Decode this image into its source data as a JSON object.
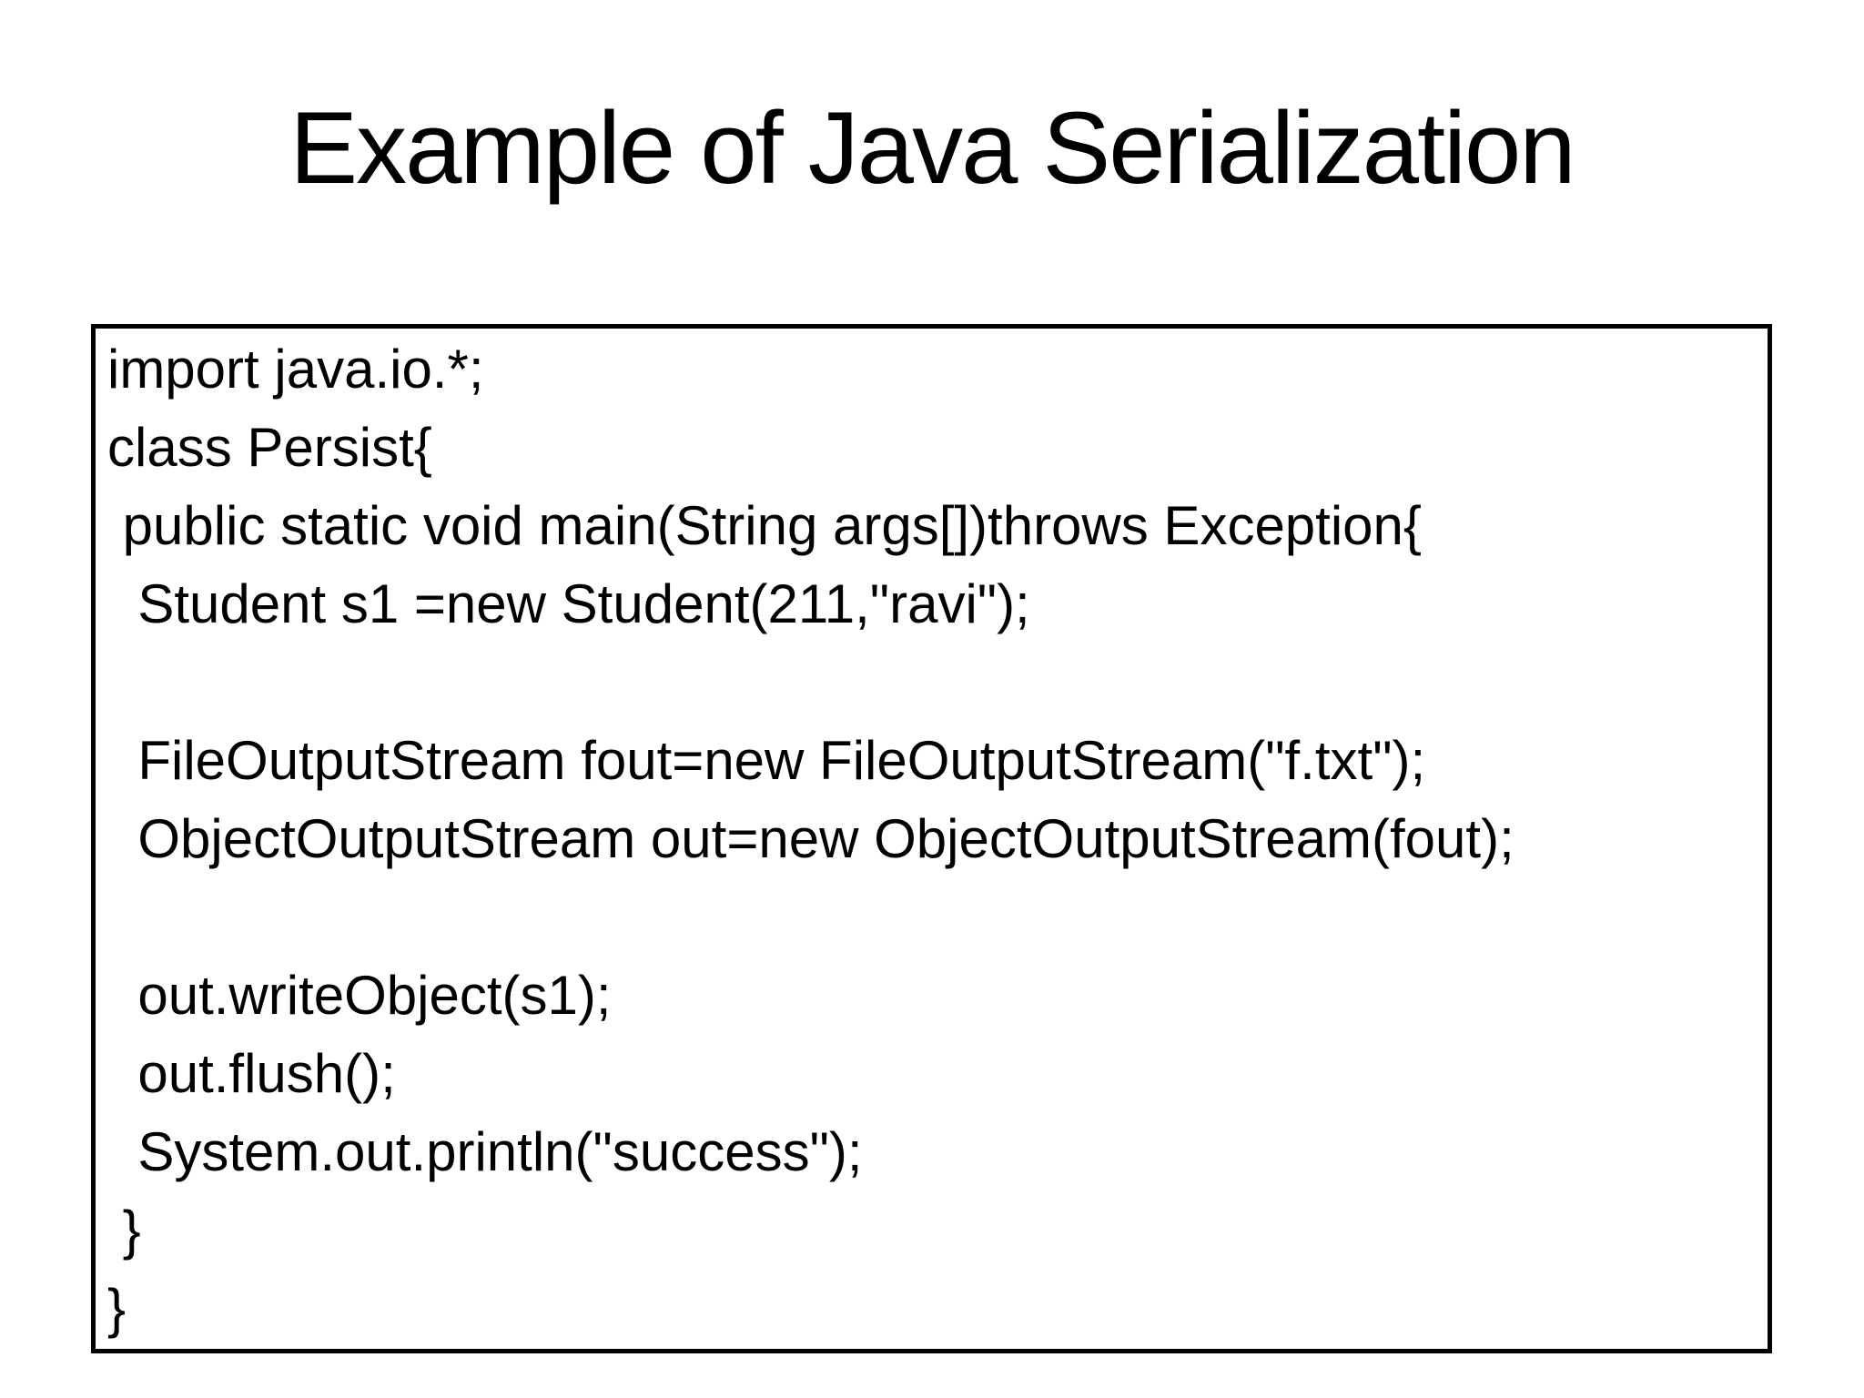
{
  "slide": {
    "title": "Example of Java Serialization",
    "code": {
      "lines": [
        "import java.io.*;",
        "class Persist{",
        " public static void main(String args[])throws Exception{",
        "  Student s1 =new Student(211,\"ravi\");",
        "",
        "  FileOutputStream fout=new FileOutputStream(\"f.txt\");",
        "  ObjectOutputStream out=new ObjectOutputStream(fout);",
        "",
        "  out.writeObject(s1);",
        "  out.flush();",
        "  System.out.println(\"success\");",
        " }",
        "}"
      ]
    },
    "colors": {
      "background": "#ffffff",
      "text": "#000000",
      "box_border": "#000000"
    }
  }
}
